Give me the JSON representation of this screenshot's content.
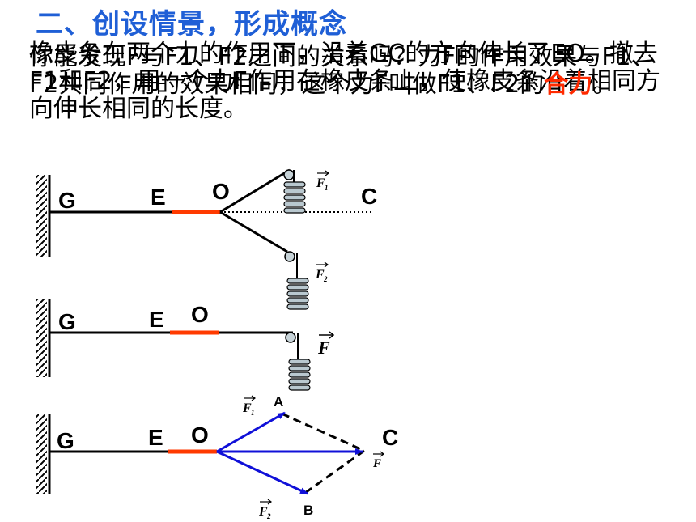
{
  "heading": "二、创设情景，形成概念",
  "overlapping_text": {
    "back": "橡皮条在两个力的作用下，沿着GC的方向伸长了EO。撤去F1和F2，用一个力F作用在橡皮条上，使橡皮条沿着相同方向伸长相同的长度。",
    "front_lead": "你能发现F与F1、F2之间的关系吗？力F的作用效果与F1、F2共同作用的效果相同，这个力F叫做F1、F2的",
    "front_emphasis": "合力",
    "front_tail": "。"
  },
  "diagram_labels": {
    "g": "G",
    "e": "E",
    "o": "O",
    "c": "C",
    "a": "A",
    "b": "B",
    "f": "F",
    "f1": "F",
    "f1_sub": "1",
    "f2": "F",
    "f2_sub": "2"
  },
  "colors": {
    "heading": "#1f5fd6",
    "rubber": "#ff3a00",
    "vector": "#1010d8",
    "emphasis": "#ff2a00"
  }
}
